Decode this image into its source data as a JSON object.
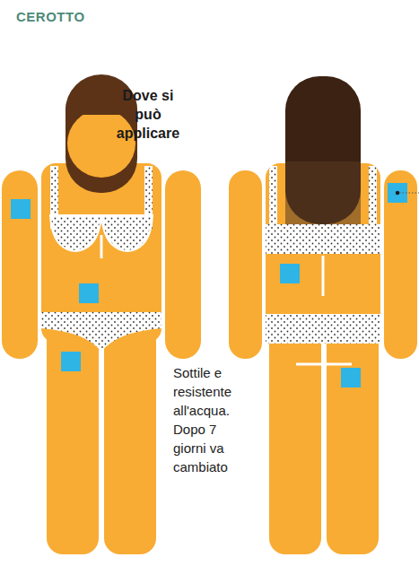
{
  "diagram": {
    "title": "CEROTTO",
    "labels": [
      "Dove si può applicare",
      "Sottile e resistente all'acqua. Dopo 7 giorni va cambiato"
    ]
  }
}
